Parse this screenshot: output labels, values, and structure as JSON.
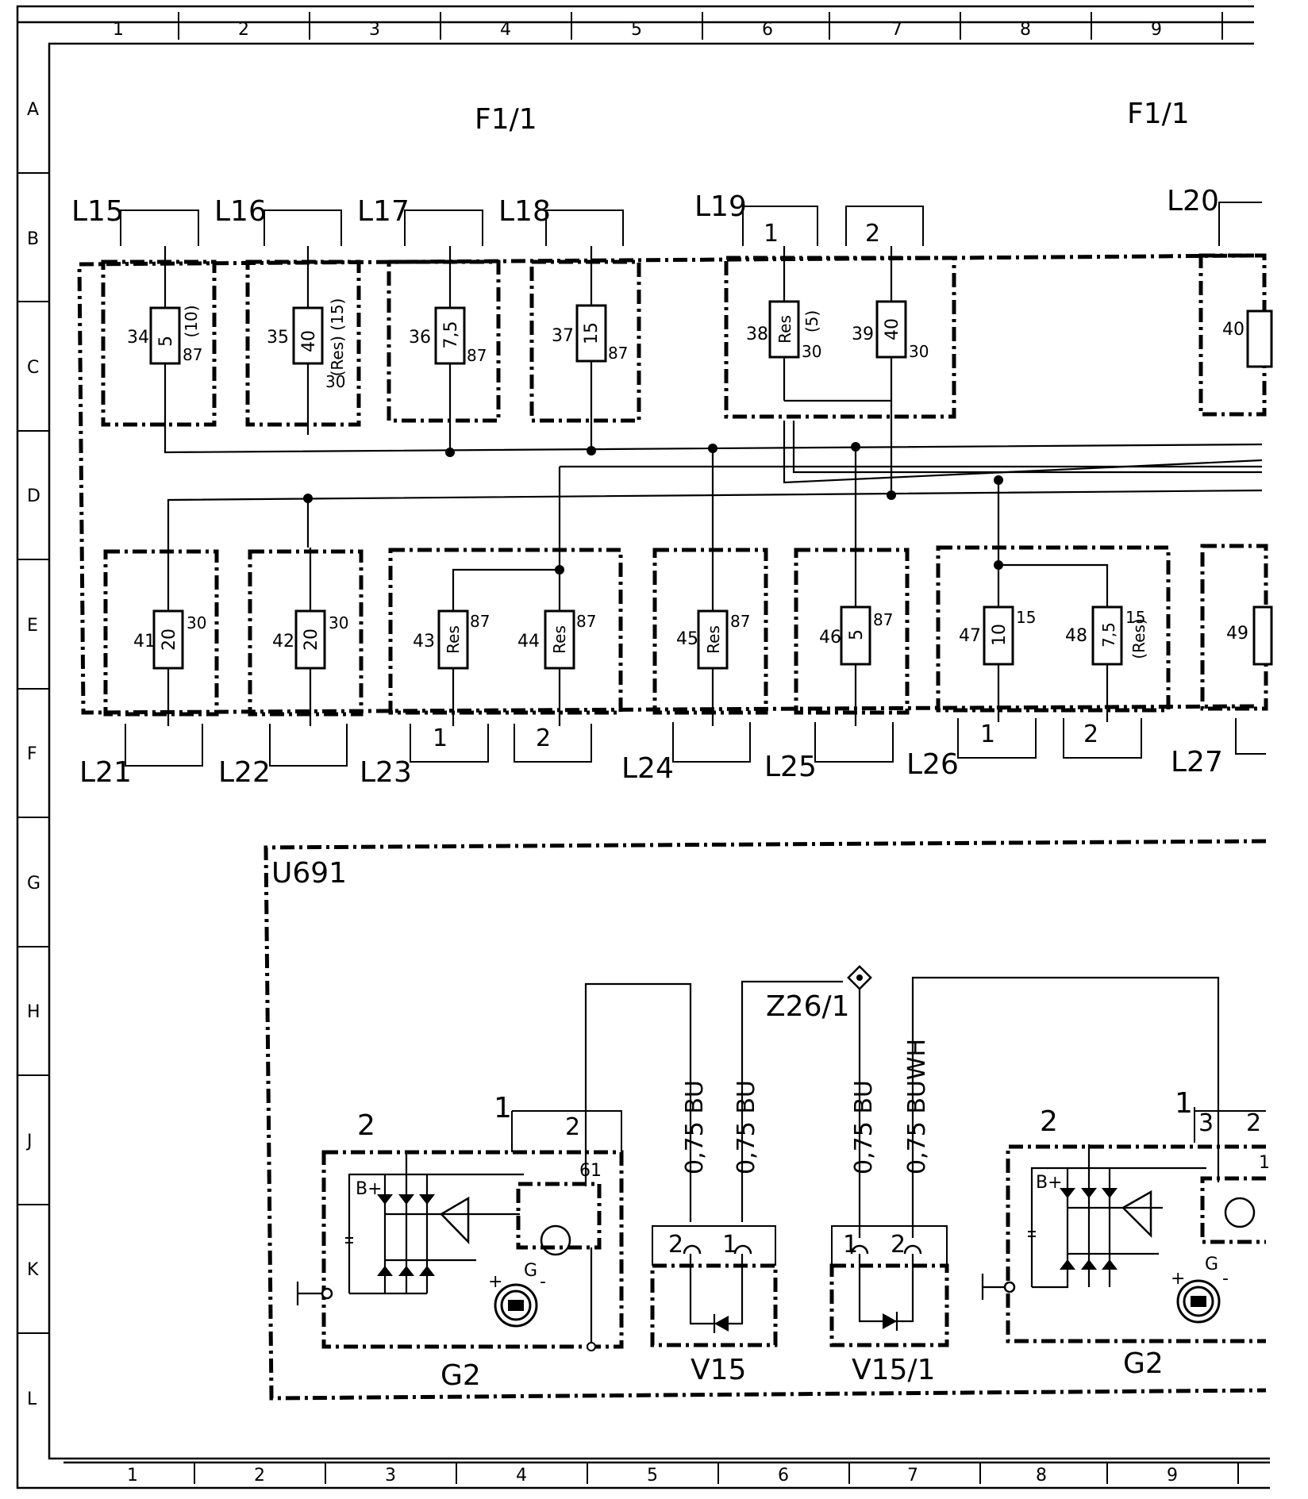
{
  "grid": {
    "columns": [
      "1",
      "2",
      "3",
      "4",
      "5",
      "6",
      "7",
      "8",
      "9"
    ],
    "rows": [
      "A",
      "B",
      "C",
      "D",
      "E",
      "F",
      "G",
      "H",
      "J",
      "K",
      "L"
    ]
  },
  "blocks": {
    "f1_left": "F1/1",
    "f1_right": "F1/1",
    "module": "U691",
    "ground": "Z26/1"
  },
  "top_fuse_groups": [
    {
      "label": "L15",
      "fuses": [
        {
          "num": "34",
          "rating": "5",
          "rating_alt": "(10)",
          "terminal": "87"
        }
      ]
    },
    {
      "label": "L16",
      "fuses": [
        {
          "num": "35",
          "rating": "40",
          "rating_alt": "(Res) (15)",
          "terminal": "30"
        }
      ]
    },
    {
      "label": "L17",
      "fuses": [
        {
          "num": "36",
          "rating": "7,5",
          "rating_alt": "",
          "terminal": "87"
        }
      ]
    },
    {
      "label": "L18",
      "fuses": [
        {
          "num": "37",
          "rating": "15",
          "rating_alt": "",
          "terminal": "87"
        }
      ]
    },
    {
      "label": "L19",
      "fuses": [
        {
          "num": "38",
          "rating": "Res",
          "rating_alt": "(5)",
          "terminal": "30",
          "pin": "1"
        },
        {
          "num": "39",
          "rating": "40",
          "rating_alt": "",
          "terminal": "30",
          "pin": "2"
        }
      ]
    },
    {
      "label": "L20",
      "fuses": [
        {
          "num": "40",
          "rating": "",
          "rating_alt": "",
          "terminal": ""
        }
      ]
    }
  ],
  "bottom_fuse_groups": [
    {
      "label": "L21",
      "fuses": [
        {
          "num": "41",
          "rating": "20",
          "rating_alt": "",
          "terminal": "30"
        }
      ]
    },
    {
      "label": "L22",
      "fuses": [
        {
          "num": "42",
          "rating": "20",
          "rating_alt": "",
          "terminal": "30"
        }
      ]
    },
    {
      "label": "L23",
      "fuses": [
        {
          "num": "43",
          "rating": "Res",
          "rating_alt": "",
          "terminal": "87",
          "pin": "1"
        },
        {
          "num": "44",
          "rating": "Res",
          "rating_alt": "",
          "terminal": "87",
          "pin": "2"
        }
      ]
    },
    {
      "label": "L24",
      "fuses": [
        {
          "num": "45",
          "rating": "Res",
          "rating_alt": "",
          "terminal": "87"
        }
      ]
    },
    {
      "label": "L25",
      "fuses": [
        {
          "num": "46",
          "rating": "5",
          "rating_alt": "",
          "terminal": "87"
        }
      ]
    },
    {
      "label": "L26",
      "fuses": [
        {
          "num": "47",
          "rating": "10",
          "rating_alt": "",
          "terminal": "15",
          "pin": "1"
        },
        {
          "num": "48",
          "rating": "7,5",
          "rating_alt": "(Res)",
          "terminal": "15",
          "pin": "2"
        }
      ]
    },
    {
      "label": "L27",
      "fuses": [
        {
          "num": "49",
          "rating": "",
          "rating_alt": "",
          "terminal": ""
        }
      ]
    }
  ],
  "components": {
    "alternator_left": {
      "name": "G2",
      "bplus": "B+",
      "g": "G",
      "plus": "+",
      "minus": "-",
      "connector_1": "1",
      "connector_2": "2",
      "pin_2": "2",
      "pin_61": "61"
    },
    "diode_v15": {
      "name": "V15",
      "pin_a": "2",
      "pin_b": "1"
    },
    "diode_v151": {
      "name": "V15/1",
      "pin_a": "1",
      "pin_b": "2"
    },
    "alternator_right": {
      "name": "G2",
      "bplus": "B+",
      "g": "G",
      "plus": "+",
      "minus": "-",
      "connector_1": "1",
      "connector_2": "2",
      "pin_3": "3",
      "pin_2": "2",
      "pin_1": "1"
    }
  },
  "wires": [
    {
      "gauge": "0,75",
      "color": "BU"
    },
    {
      "gauge": "0,75",
      "color": "BU"
    },
    {
      "gauge": "0,75",
      "color": "BU"
    },
    {
      "gauge": "0,75",
      "color": "BUWH"
    }
  ]
}
